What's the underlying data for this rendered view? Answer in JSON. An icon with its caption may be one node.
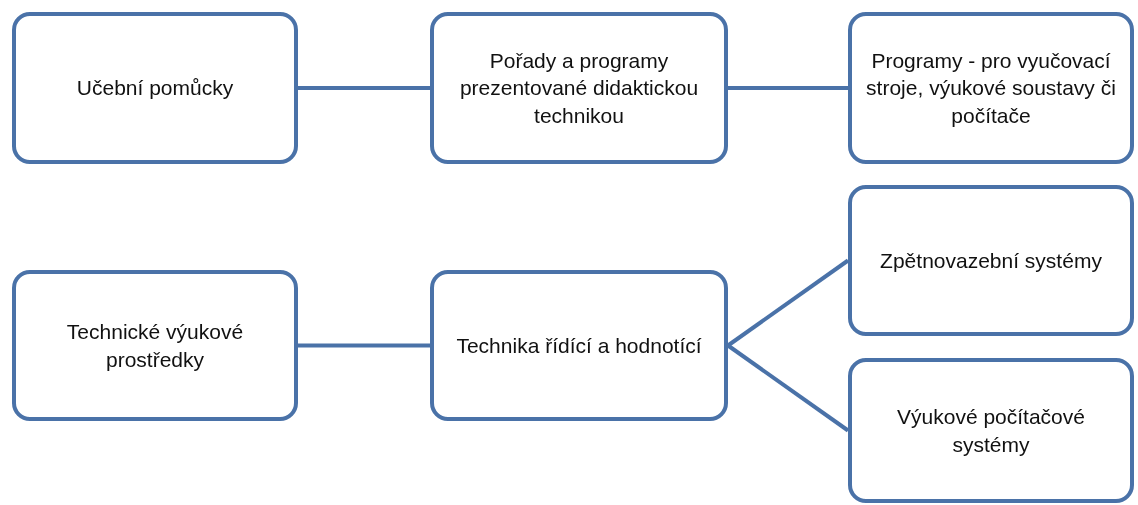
{
  "diagram": {
    "nodes": [
      {
        "text": [
          "Učební pomůcky"
        ]
      },
      {
        "text": [
          "Pořady a programy prezentované didaktickou technikou"
        ]
      },
      {
        "text": [
          "Programy - pro vyučovací stroje, výukové soustavy či počítače"
        ]
      },
      {
        "text": [
          "Technické výukové prostředky"
        ]
      },
      {
        "text": [
          "Technika řídící a hodnotící"
        ]
      },
      {
        "text": [
          "Zpětnovazební systémy"
        ]
      },
      {
        "text": [
          "Výukové počítačové systémy"
        ]
      }
    ],
    "edges": [
      {
        "from": 0,
        "to": 1,
        "arrow": "none"
      },
      {
        "from": 1,
        "to": 2,
        "arrow": "none"
      },
      {
        "from": 3,
        "to": 4,
        "arrow": "none"
      },
      {
        "from": 4,
        "to": 5,
        "arrow": "none"
      },
      {
        "from": 4,
        "to": 6,
        "arrow": "none"
      }
    ]
  }
}
